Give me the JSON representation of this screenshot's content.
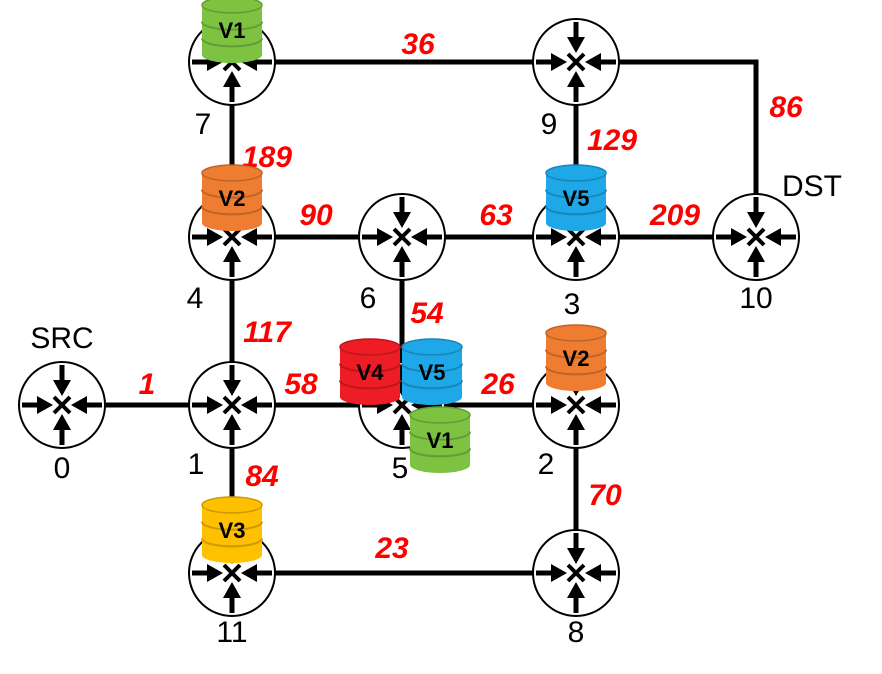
{
  "nodes": [
    {
      "id": "0",
      "label": "0",
      "tag": "SRC"
    },
    {
      "id": "1",
      "label": "1"
    },
    {
      "id": "2",
      "label": "2"
    },
    {
      "id": "3",
      "label": "3"
    },
    {
      "id": "4",
      "label": "4"
    },
    {
      "id": "5",
      "label": "5"
    },
    {
      "id": "6",
      "label": "6"
    },
    {
      "id": "7",
      "label": "7"
    },
    {
      "id": "8",
      "label": "8"
    },
    {
      "id": "9",
      "label": "9"
    },
    {
      "id": "10",
      "label": "10",
      "tag": "DST"
    },
    {
      "id": "11",
      "label": "11"
    }
  ],
  "links": [
    {
      "from": "0",
      "to": "1",
      "weight": "1"
    },
    {
      "from": "1",
      "to": "4",
      "weight": "117"
    },
    {
      "from": "1",
      "to": "5",
      "weight": "58"
    },
    {
      "from": "1",
      "to": "11",
      "weight": "84"
    },
    {
      "from": "4",
      "to": "7",
      "weight": "189"
    },
    {
      "from": "4",
      "to": "6",
      "weight": "90"
    },
    {
      "from": "7",
      "to": "9",
      "weight": "36"
    },
    {
      "from": "9",
      "to": "3",
      "weight": "129"
    },
    {
      "from": "9",
      "to": "10",
      "weight": "86"
    },
    {
      "from": "6",
      "to": "3",
      "weight": "63"
    },
    {
      "from": "6",
      "to": "5",
      "weight": "54"
    },
    {
      "from": "3",
      "to": "10",
      "weight": "209"
    },
    {
      "from": "5",
      "to": "2",
      "weight": "26"
    },
    {
      "from": "2",
      "to": "8",
      "weight": "70"
    },
    {
      "from": "11",
      "to": "8",
      "weight": "23"
    }
  ],
  "vnfs": [
    {
      "node": "7",
      "label": "V1",
      "color": "#7ec242"
    },
    {
      "node": "4",
      "label": "V2",
      "color": "#ee7d31"
    },
    {
      "node": "3",
      "label": "V5",
      "color": "#1fa8e8"
    },
    {
      "node": "5",
      "label": "V4",
      "color": "#ee1c24"
    },
    {
      "node": "5",
      "label": "V5",
      "color": "#1fa8e8"
    },
    {
      "node": "5",
      "label": "V1",
      "color": "#7ec242"
    },
    {
      "node": "2",
      "label": "V2",
      "color": "#ee7d31"
    },
    {
      "node": "11",
      "label": "V3",
      "color": "#ffc000"
    }
  ],
  "colors": {
    "link": "#000000",
    "weight": "#ff0000",
    "node_fill": "#ffffff",
    "node_stroke": "#000000"
  }
}
